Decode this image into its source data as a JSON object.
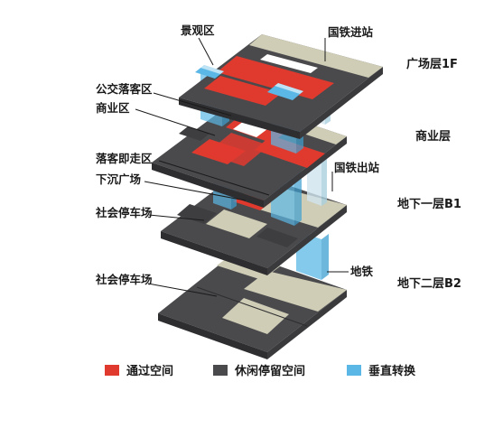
{
  "labels": {
    "landscape": "景观区",
    "rail_in": "国铁进站",
    "bus_drop": "公交落客区",
    "commercial": "商业区",
    "kiss_ride": "落客即走区",
    "sunken_plaza": "下沉广场",
    "parking_b1": "社会停车场",
    "rail_out": "国铁出站",
    "parking_b2": "社会停车场",
    "metro": "地铁"
  },
  "levels": {
    "plaza_1f": "广场层1F",
    "commercial": "商业层",
    "b1": "地下一层B1",
    "b2": "地下二层B2"
  },
  "legend": [
    {
      "label": "通过空间",
      "color": "#e03a2f"
    },
    {
      "label": "休闲停留空间",
      "color": "#4a4a4d"
    },
    {
      "label": "垂直转换",
      "color": "#5bb8e6"
    }
  ],
  "colors": {
    "dark": "#4a4a4d",
    "beige": "#cfcdb6",
    "red": "#e03a2f",
    "blue": "#5bb8e6"
  }
}
